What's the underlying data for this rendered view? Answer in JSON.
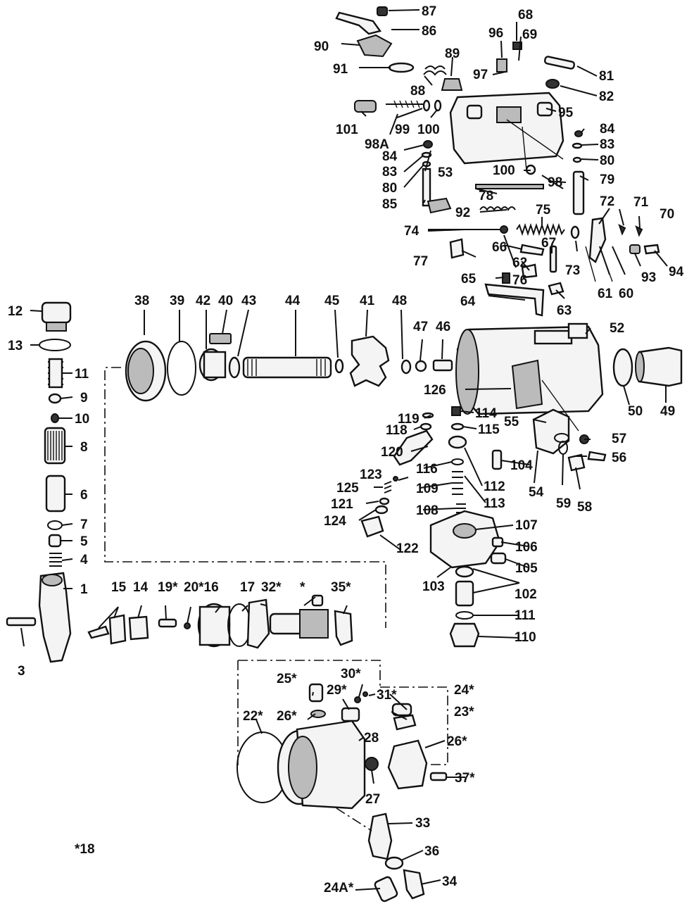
{
  "callouts": [
    {
      "id": "87",
      "text": "87"
    },
    {
      "id": "86",
      "text": "86"
    },
    {
      "id": "90",
      "text": "90"
    },
    {
      "id": "91",
      "text": "91"
    },
    {
      "id": "89",
      "text": "89"
    },
    {
      "id": "88",
      "text": "88"
    },
    {
      "id": "96",
      "text": "96"
    },
    {
      "id": "68",
      "text": "68"
    },
    {
      "id": "69",
      "text": "69"
    },
    {
      "id": "97",
      "text": "97"
    },
    {
      "id": "81",
      "text": "81"
    },
    {
      "id": "82",
      "text": "82"
    },
    {
      "id": "95",
      "text": "95"
    },
    {
      "id": "101",
      "text": "101"
    },
    {
      "id": "99",
      "text": "99"
    },
    {
      "id": "100a",
      "text": "100"
    },
    {
      "id": "98A",
      "text": "98A"
    },
    {
      "id": "84a",
      "text": "84"
    },
    {
      "id": "83a",
      "text": "83"
    },
    {
      "id": "80a",
      "text": "80"
    },
    {
      "id": "53",
      "text": "53"
    },
    {
      "id": "84b",
      "text": "84"
    },
    {
      "id": "83b",
      "text": "83"
    },
    {
      "id": "80b",
      "text": "80"
    },
    {
      "id": "100b",
      "text": "100"
    },
    {
      "id": "98",
      "text": "98"
    },
    {
      "id": "79",
      "text": "79"
    },
    {
      "id": "78",
      "text": "78"
    },
    {
      "id": "85",
      "text": "85"
    },
    {
      "id": "92",
      "text": "92"
    },
    {
      "id": "75",
      "text": "75"
    },
    {
      "id": "72",
      "text": "72"
    },
    {
      "id": "71",
      "text": "71"
    },
    {
      "id": "70",
      "text": "70"
    },
    {
      "id": "74",
      "text": "74"
    },
    {
      "id": "67",
      "text": "67"
    },
    {
      "id": "66",
      "text": "66"
    },
    {
      "id": "77",
      "text": "77"
    },
    {
      "id": "73",
      "text": "73"
    },
    {
      "id": "93",
      "text": "93"
    },
    {
      "id": "94",
      "text": "94"
    },
    {
      "id": "62",
      "text": "62"
    },
    {
      "id": "65",
      "text": "65"
    },
    {
      "id": "76",
      "text": "76"
    },
    {
      "id": "61",
      "text": "61"
    },
    {
      "id": "60",
      "text": "60"
    },
    {
      "id": "64",
      "text": "64"
    },
    {
      "id": "63",
      "text": "63"
    },
    {
      "id": "38",
      "text": "38"
    },
    {
      "id": "39",
      "text": "39"
    },
    {
      "id": "42",
      "text": "42"
    },
    {
      "id": "40",
      "text": "40"
    },
    {
      "id": "43",
      "text": "43"
    },
    {
      "id": "44",
      "text": "44"
    },
    {
      "id": "45",
      "text": "45"
    },
    {
      "id": "41",
      "text": "41"
    },
    {
      "id": "48",
      "text": "48"
    },
    {
      "id": "47",
      "text": "47"
    },
    {
      "id": "46",
      "text": "46"
    },
    {
      "id": "52",
      "text": "52"
    },
    {
      "id": "12",
      "text": "12"
    },
    {
      "id": "13",
      "text": "13"
    },
    {
      "id": "11",
      "text": "11"
    },
    {
      "id": "9",
      "text": "9"
    },
    {
      "id": "10",
      "text": "10"
    },
    {
      "id": "8",
      "text": "8"
    },
    {
      "id": "6",
      "text": "6"
    },
    {
      "id": "7",
      "text": "7"
    },
    {
      "id": "5",
      "text": "5"
    },
    {
      "id": "4",
      "text": "4"
    },
    {
      "id": "1",
      "text": "1"
    },
    {
      "id": "3",
      "text": "3"
    },
    {
      "id": "126",
      "text": "126"
    },
    {
      "id": "50",
      "text": "50"
    },
    {
      "id": "49",
      "text": "49"
    },
    {
      "id": "114",
      "text": "114"
    },
    {
      "id": "119",
      "text": "119"
    },
    {
      "id": "118",
      "text": "118"
    },
    {
      "id": "115",
      "text": "115"
    },
    {
      "id": "55",
      "text": "55"
    },
    {
      "id": "57",
      "text": "57"
    },
    {
      "id": "120",
      "text": "120"
    },
    {
      "id": "56",
      "text": "56"
    },
    {
      "id": "104",
      "text": "104"
    },
    {
      "id": "116",
      "text": "116"
    },
    {
      "id": "112",
      "text": "112"
    },
    {
      "id": "123",
      "text": "123"
    },
    {
      "id": "109",
      "text": "109"
    },
    {
      "id": "113",
      "text": "113"
    },
    {
      "id": "54",
      "text": "54"
    },
    {
      "id": "59",
      "text": "59"
    },
    {
      "id": "58",
      "text": "58"
    },
    {
      "id": "125",
      "text": "125"
    },
    {
      "id": "121",
      "text": "121"
    },
    {
      "id": "124",
      "text": "124"
    },
    {
      "id": "108",
      "text": "108"
    },
    {
      "id": "107",
      "text": "107"
    },
    {
      "id": "122",
      "text": "122"
    },
    {
      "id": "106",
      "text": "106"
    },
    {
      "id": "105",
      "text": "105"
    },
    {
      "id": "103",
      "text": "103"
    },
    {
      "id": "102",
      "text": "102"
    },
    {
      "id": "111",
      "text": "111"
    },
    {
      "id": "110",
      "text": "110"
    },
    {
      "id": "15",
      "text": "15"
    },
    {
      "id": "14",
      "text": "14"
    },
    {
      "id": "19",
      "text": "19*"
    },
    {
      "id": "20_16",
      "text": "20*16"
    },
    {
      "id": "17",
      "text": "17"
    },
    {
      "id": "32",
      "text": "32*"
    },
    {
      "id": "star",
      "text": "*"
    },
    {
      "id": "35",
      "text": "35*"
    },
    {
      "id": "25",
      "text": "25*"
    },
    {
      "id": "30",
      "text": "30*"
    },
    {
      "id": "29",
      "text": "29*"
    },
    {
      "id": "31",
      "text": "31*"
    },
    {
      "id": "24",
      "text": "24*"
    },
    {
      "id": "23",
      "text": "23*"
    },
    {
      "id": "22",
      "text": "22*"
    },
    {
      "id": "26a",
      "text": "26*"
    },
    {
      "id": "28",
      "text": "28"
    },
    {
      "id": "26b",
      "text": "26*"
    },
    {
      "id": "37",
      "text": "37*"
    },
    {
      "id": "27",
      "text": "27"
    },
    {
      "id": "33",
      "text": "33"
    },
    {
      "id": "18",
      "text": "*18"
    },
    {
      "id": "36",
      "text": "36"
    },
    {
      "id": "34",
      "text": "34"
    },
    {
      "id": "24A",
      "text": "24A*"
    }
  ]
}
